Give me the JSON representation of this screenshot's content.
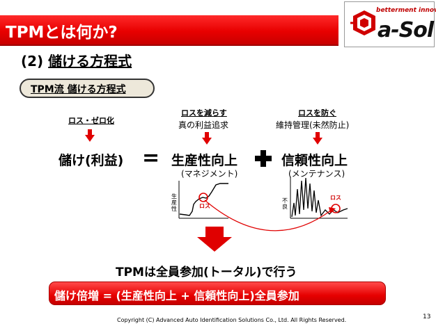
{
  "header": {
    "title": "TPMとは何か?",
    "logo_tagline": "betterment innovator",
    "logo_name": "a-Sol"
  },
  "section": {
    "number": "(2)",
    "heading": "儲ける方程式"
  },
  "badge": {
    "label": "TPM流 儲ける方程式"
  },
  "equation": {
    "left": {
      "cause": "ロス・ゼロ化",
      "term": "儲け(利益)"
    },
    "equals": "=",
    "middle": {
      "cause": "ロスを減らす",
      "cause_detail": "真の利益追求",
      "term": "生産性向上",
      "note": "(マネジメント)"
    },
    "right": {
      "cause": "ロスを防ぐ",
      "cause_detail": "維持管理(未然防止)",
      "term": "信頼性向上",
      "note": "(メンテナンス)"
    }
  },
  "productivity_chart": {
    "axis_label": "生産性",
    "marker_label": "ロス"
  },
  "reliability_chart": {
    "axis_label": "不良",
    "marker_label": "ロス"
  },
  "conclusion": "TPMは全員参加(トータル)で行う",
  "formula": "儲け倍増 = (生産性向上 + 信頼性向上)全員参加",
  "footer": {
    "copyright": "Copyright (C) Advanced Auto Identification Solutions Co., Ltd. All Rights Reserved.",
    "page_number": "13"
  },
  "colors": {
    "accent_red": "#e80000",
    "pill_background": "#ede8da"
  }
}
